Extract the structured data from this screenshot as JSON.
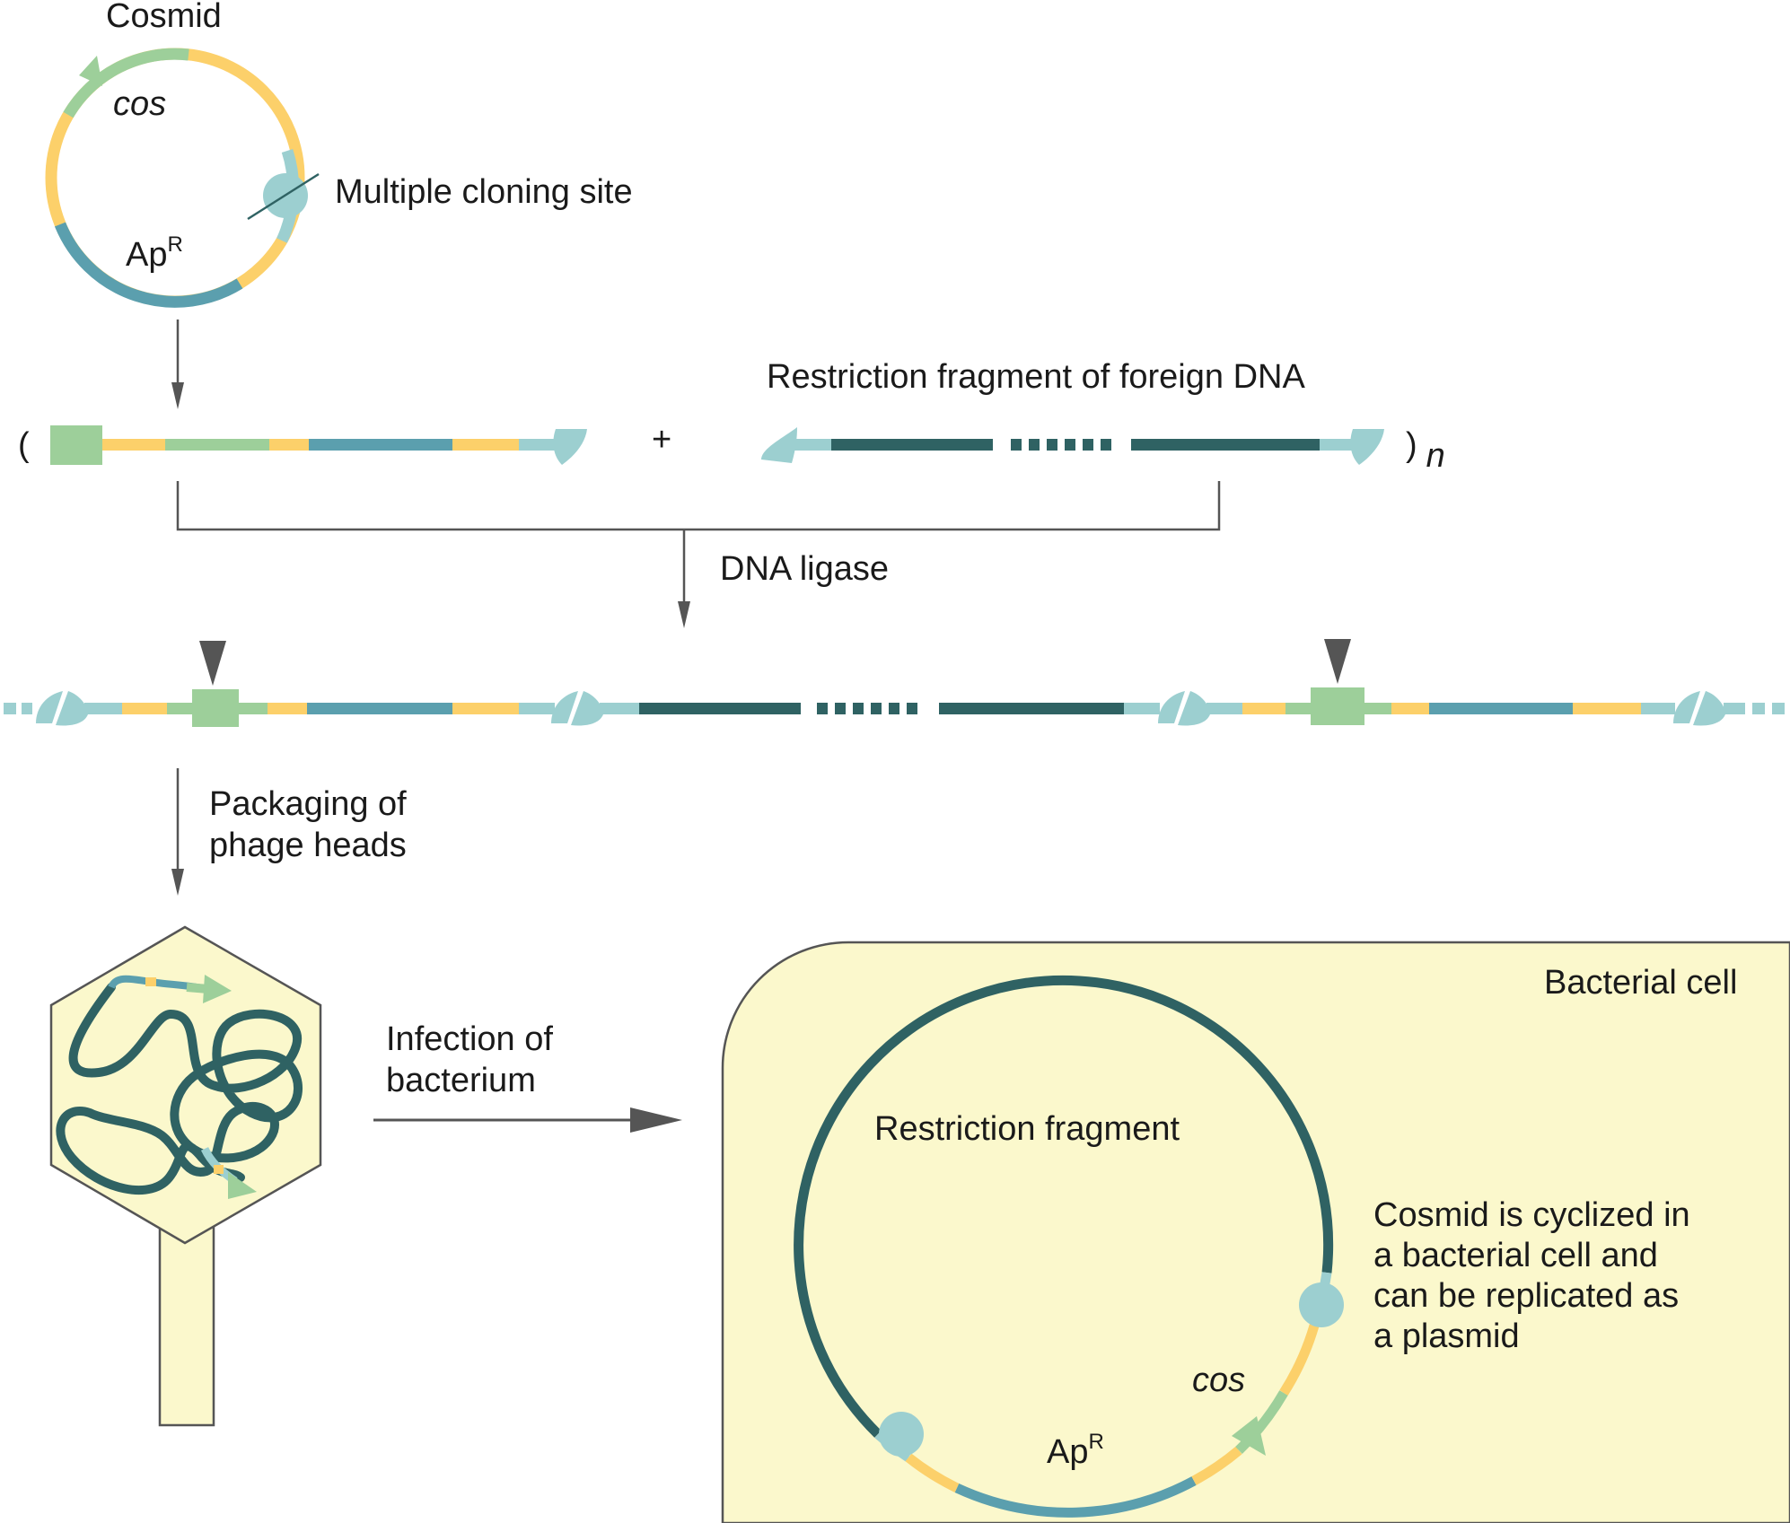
{
  "labels": {
    "cosmid_title": "Cosmid",
    "cos": "cos",
    "apr_base": "Ap",
    "apr_sup": "R",
    "multiple_cloning_site": "Multiple cloning site",
    "restriction_fragment_foreign": "Restriction fragment of foreign DNA",
    "open_paren": "(",
    "plus": "+",
    "close_paren": ")",
    "n_subscript": "n",
    "dna_ligase": "DNA ligase",
    "packaging_line1": "Packaging of",
    "packaging_line2": "phage heads",
    "infection_line1": "Infection of",
    "infection_line2": "bacterium",
    "bacterial_cell": "Bacterial cell",
    "restriction_fragment": "Restriction fragment",
    "cos_cell": "cos",
    "apr_cell_base": "Ap",
    "apr_cell_sup": "R",
    "cyclized_line1": "Cosmid is cyclized in",
    "cyclized_line2": " a bacterial cell and",
    "cyclized_line3": "can be replicated as",
    "cyclized_line4": "a plasmid"
  },
  "colors": {
    "cos_green": "#9dcf9a",
    "ampr_blue": "#5b9fae",
    "light_teal": "#9ccfd0",
    "yellow": "#fcd06a",
    "foreign_dark": "#2f6263",
    "cell_fill": "#fbf8cc",
    "arrow_gray": "#555555"
  }
}
